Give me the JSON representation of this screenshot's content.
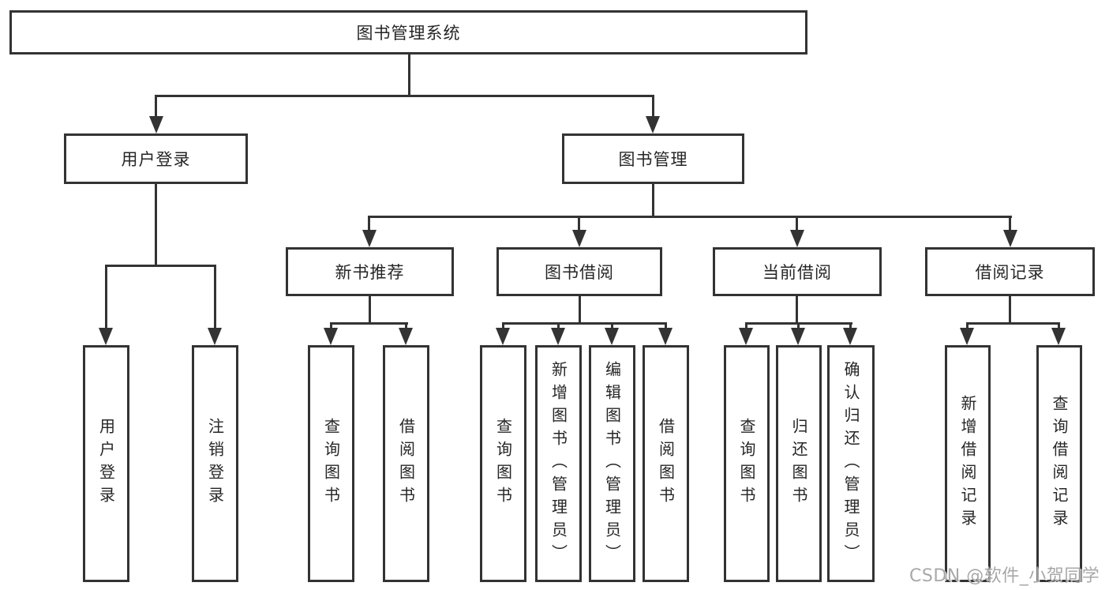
{
  "colors": {
    "line": "#333333",
    "text": "#262626",
    "background": "#ffffff",
    "watermark": "#a8a8a8"
  },
  "watermark": {
    "text": "CSDN @软件_小贺同学"
  },
  "tree": {
    "root": {
      "label": "图书管理系统"
    },
    "branches": [
      {
        "label": "用户登录",
        "leaves": [
          "用户登录",
          "注销登录"
        ]
      },
      {
        "label": "图书管理",
        "groups": [
          {
            "label": "新书推荐",
            "leaves": [
              "查询图书",
              "借阅图书"
            ]
          },
          {
            "label": "图书借阅",
            "leaves": [
              "查询图书",
              "新增图书（管理员）",
              "编辑图书（管理员）",
              "借阅图书"
            ]
          },
          {
            "label": "当前借阅",
            "leaves": [
              "查询图书",
              "归还图书",
              "确认归还（管理员）"
            ]
          },
          {
            "label": "借阅记录",
            "leaves": [
              "新增借阅记录",
              "查询借阅记录"
            ]
          }
        ]
      }
    ]
  }
}
